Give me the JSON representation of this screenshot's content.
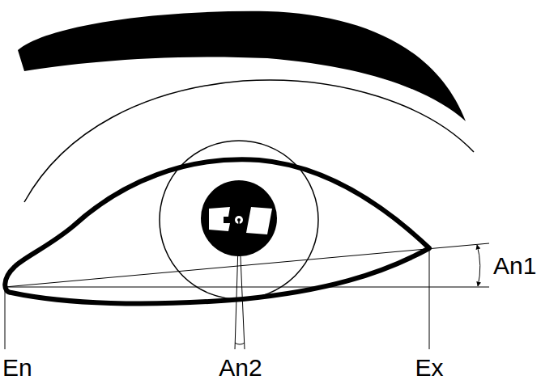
{
  "diagram": {
    "labels": [
      "En",
      "An2",
      "Ex",
      "An1"
    ]
  }
}
